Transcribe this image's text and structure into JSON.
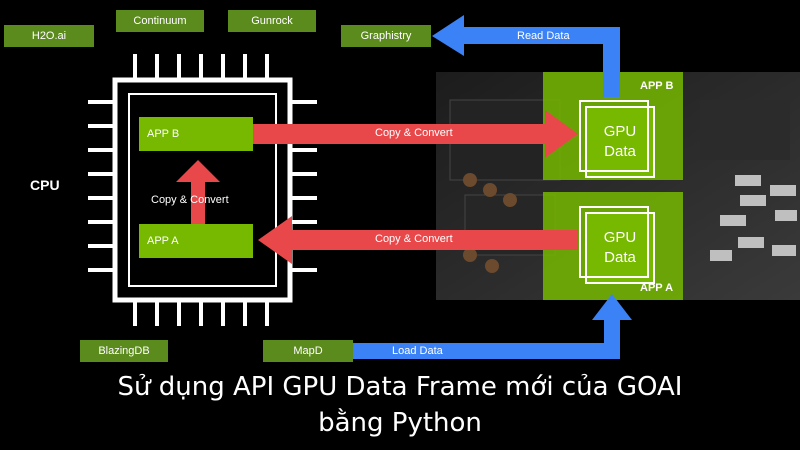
{
  "tags": {
    "h2o": "H2O.ai",
    "continuum": "Continuum",
    "gunrock": "Gunrock",
    "graphistry": "Graphistry",
    "blazingdb": "BlazingDB",
    "mapd": "MapD"
  },
  "cpu": {
    "label": "CPU",
    "app_b": "APP B",
    "app_a": "APP A",
    "copy_convert_internal": "Copy & Convert"
  },
  "arrows": {
    "copy_convert_top": "Copy & Convert",
    "copy_convert_bottom": "Copy & Convert",
    "read_data": "Read Data",
    "load_data": "Load Data"
  },
  "gpu": {
    "app_b_label": "APP B",
    "app_a_label": "APP A",
    "box_b_line1": "GPU",
    "box_b_line2": "Data",
    "box_a_line1": "GPU",
    "box_a_line2": "Data"
  },
  "caption": {
    "line1": "Sử dụng API GPU Data Frame mới của GOAI",
    "line2": "bằng Python"
  },
  "colors": {
    "green": "#76b900",
    "tag_green": "#5b8a1d",
    "red_arrow": "#e8484a",
    "blue_arrow": "#3b82f6"
  }
}
